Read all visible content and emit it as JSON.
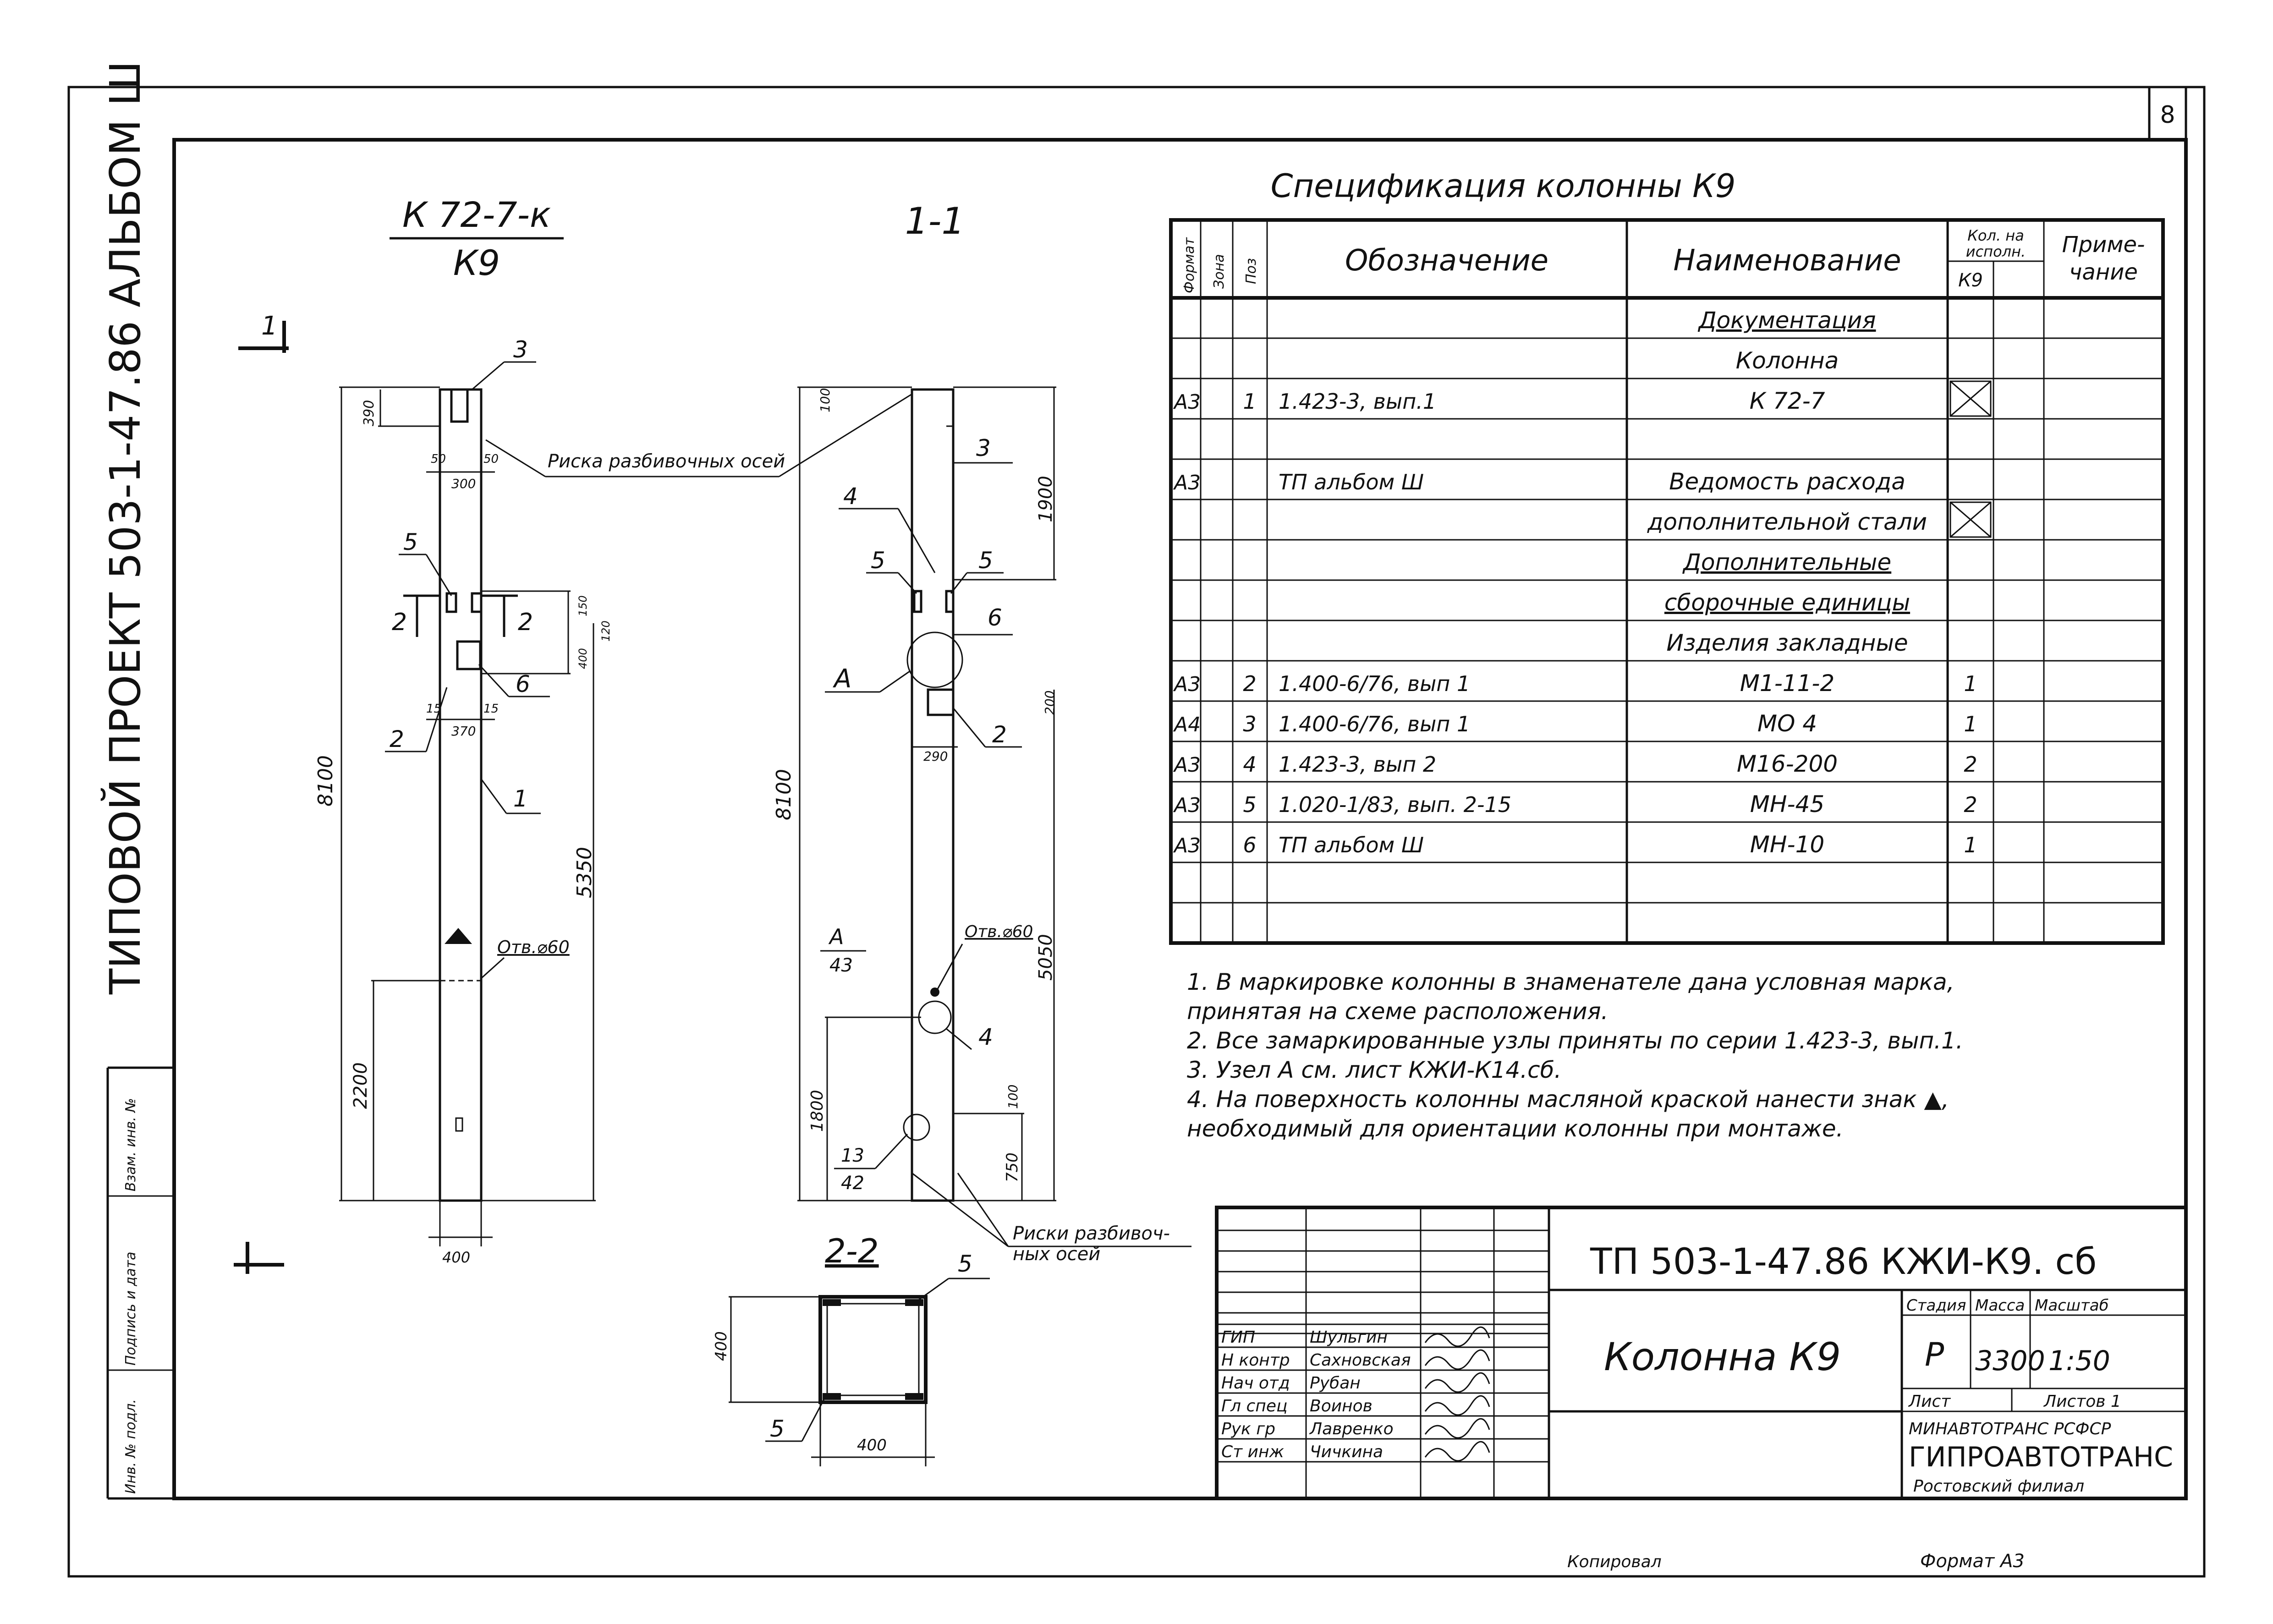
{
  "sheet": {
    "number": "8"
  },
  "left_strip": {
    "project_title": "ТИПОВОЙ ПРОЕКТ 503-1-47.86 АЛЬБОМ Ш",
    "cells": [
      "Инв. № подл.",
      "Подпись и дата",
      "Взам. инв. №"
    ]
  },
  "drawing": {
    "mark_top": "К 72-7-к",
    "mark_bottom": "К9",
    "section_1_1": "1-1",
    "section_2_2": "2-2",
    "cut_mark": "1",
    "cut_mark_2": "2",
    "labels": {
      "riska1": "Риска разбивочных осей",
      "riska2": "Риски разбивоч-ных осей",
      "otv1": "Отв.⌀60",
      "otv2": "Отв.⌀60",
      "node_a": "А",
      "node_a_sheet": "43",
      "node_13": "13",
      "node_13_sheet": "42"
    },
    "callouts": [
      "1",
      "2",
      "3",
      "4",
      "5",
      "6"
    ],
    "dims_left": [
      "390",
      "50",
      "300",
      "50",
      "150",
      "120",
      "400",
      "15",
      "15",
      "370",
      "8100",
      "5350",
      "2200",
      "400"
    ],
    "dims_right": [
      "100",
      "1900",
      "200",
      "290",
      "8100",
      "5050",
      "1800",
      "100",
      "750"
    ],
    "dims_section": [
      "400",
      "400"
    ]
  },
  "spec": {
    "title": "Спецификация колонны К9",
    "headers": {
      "format": "Формат",
      "zone": "Зона",
      "pos": "Поз",
      "designation": "Обозначение",
      "name": "Наименование",
      "qty": "Кол. на исполн.",
      "qty_sub": "К9",
      "note": "Приме-чание"
    },
    "rows": [
      {
        "format": "",
        "pos": "",
        "designation": "",
        "name": "Документация",
        "qty": "",
        "underline": true
      },
      {
        "format": "",
        "pos": "",
        "designation": "",
        "name": "Колонна",
        "qty": ""
      },
      {
        "format": "А3",
        "pos": "1",
        "designation": "1.423-3, вып.1",
        "name": "К 72-7",
        "qty": "X"
      },
      {
        "format": "",
        "pos": "",
        "designation": "",
        "name": "",
        "qty": ""
      },
      {
        "format": "А3",
        "pos": "",
        "designation": "ТП альбом Ш",
        "name": "Ведомость расхода",
        "qty": ""
      },
      {
        "format": "",
        "pos": "",
        "designation": "",
        "name": "дополнительной стали",
        "qty": "X"
      },
      {
        "format": "",
        "pos": "",
        "designation": "",
        "name": "Дополнительные",
        "qty": "",
        "underline": true
      },
      {
        "format": "",
        "pos": "",
        "designation": "",
        "name": "сборочные единицы",
        "qty": "",
        "underline": true
      },
      {
        "format": "",
        "pos": "",
        "designation": "",
        "name": "Изделия закладные",
        "qty": ""
      },
      {
        "format": "А3",
        "pos": "2",
        "designation": "1.400-6/76, вып 1",
        "name": "М1-11-2",
        "qty": "1"
      },
      {
        "format": "А4",
        "pos": "3",
        "designation": "1.400-6/76, вып 1",
        "name": "МО 4",
        "qty": "1"
      },
      {
        "format": "А3",
        "pos": "4",
        "designation": "1.423-3, вып 2",
        "name": "М16-200",
        "qty": "2"
      },
      {
        "format": "А3",
        "pos": "5",
        "designation": "1.020-1/83, вып. 2-15",
        "name": "МН-45",
        "qty": "2"
      },
      {
        "format": "А3",
        "pos": "6",
        "designation": "ТП альбом Ш",
        "name": "МН-10",
        "qty": "1"
      },
      {
        "format": "",
        "pos": "",
        "designation": "",
        "name": "",
        "qty": ""
      },
      {
        "format": "",
        "pos": "",
        "designation": "",
        "name": "",
        "qty": ""
      }
    ]
  },
  "notes": [
    "1. В маркировке колонны в знаменателе дана условная марка,",
    "   принятая на схеме расположения.",
    "2. Все замаркированные узлы приняты по серии 1.423-3, вып.1.",
    "3. Узел А см. лист КЖИ-К14.сб.",
    "4. На поверхность колонны масляной краской нанести знак ▲,",
    "   необходимый для ориентации колонны при монтаже."
  ],
  "title_block": {
    "code": "ТП 503-1-47.86 КЖИ-К9. сб",
    "object": "Колонна К9",
    "stage_h": "Стадия",
    "mass_h": "Масса",
    "scale_h": "Масштаб",
    "stage": "Р",
    "mass": "3300",
    "scale": "1:50",
    "sheet_h": "Лист",
    "sheets_h": "Листов 1",
    "org1": "МИНАВТОТРАНС РСФСР",
    "org2": "ГИПРОАВТОТРАНС",
    "org3": "Ростовский филиал",
    "people": [
      {
        "role": "ГИП",
        "name": "Шульгин"
      },
      {
        "role": "Н контр",
        "name": "Сахновская"
      },
      {
        "role": "Нач отд",
        "name": "Рубан"
      },
      {
        "role": "Гл спец",
        "name": "Воинов"
      },
      {
        "role": "Рук гр",
        "name": "Лавренко"
      },
      {
        "role": "Ст инж",
        "name": "Чичкина"
      }
    ]
  },
  "footer": {
    "copied": "Копировал",
    "format": "Формат А3"
  }
}
